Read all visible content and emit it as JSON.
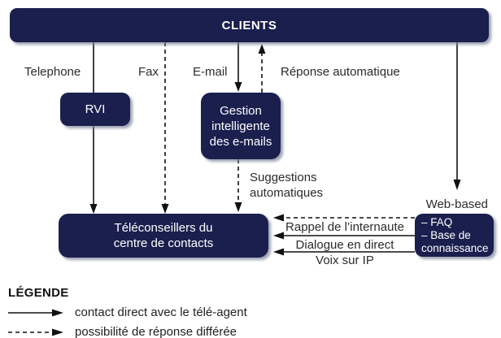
{
  "diagram": {
    "clients_label": "CLIENTS",
    "channels": {
      "telephone": "Telephone",
      "fax": "Fax",
      "email": "E-mail",
      "auto_reply": "Réponse automatique"
    },
    "boxes": {
      "rvi": "RVI",
      "email_mgmt": [
        "Gestion",
        "intelligente",
        "des e-mails"
      ],
      "agents": [
        "Téléconseillers du",
        "centre de contacts"
      ],
      "web_title": "Web-based",
      "web_items": [
        "– FAQ",
        "– Base de",
        "connaissance"
      ]
    },
    "flows": {
      "suggestions_line1": "Suggestions",
      "suggestions_line2": "automatiques",
      "rappel": "Rappel de l’internaute",
      "dialogue": "Dialogue en direct",
      "voip": "Voix sur IP"
    },
    "legend": {
      "title": "LÉGENDE",
      "solid": "contact direct avec le télé-agent",
      "dashed": "possibilité de réponse différée"
    },
    "colors": {
      "box": "#1a1f4e",
      "line": "#111111",
      "text": "#2b2b2b"
    }
  }
}
